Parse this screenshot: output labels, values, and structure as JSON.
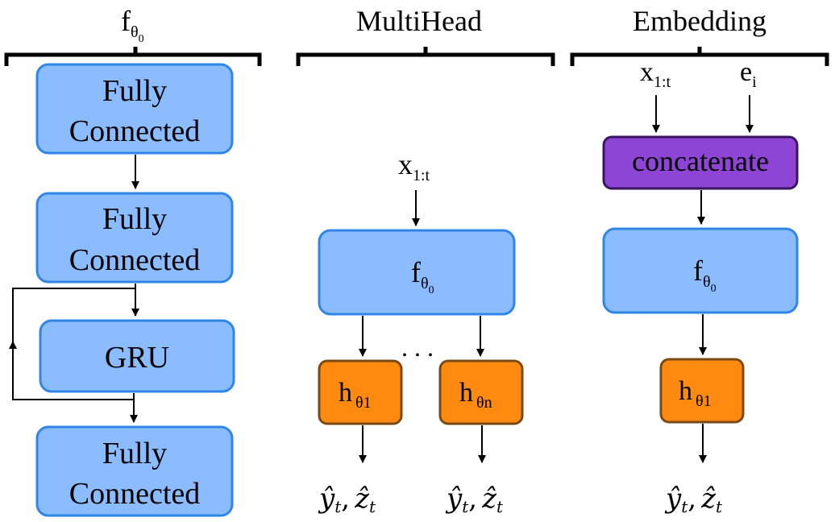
{
  "colors": {
    "block_fill": "#8bbcff",
    "block_stroke": "#2f86e6",
    "head_fill": "#ff8a0f",
    "head_stroke": "#7a4a14",
    "concat_fill": "#8e44d4",
    "concat_stroke": "#3a1560",
    "line": "#000000"
  },
  "columns": {
    "f_theta0": {
      "title": {
        "base": "f",
        "sub": "θ",
        "subsub": "0"
      },
      "blocks": {
        "fc1": [
          "Fully",
          "Connected"
        ],
        "fc2": [
          "Fully",
          "Connected"
        ],
        "gru": "GRU",
        "fc3": [
          "Fully",
          "Connected"
        ]
      }
    },
    "multihead": {
      "title": "MultiHead",
      "input": {
        "base": "x",
        "sub": "1:t"
      },
      "f_block": {
        "base": "f",
        "sub": "θ",
        "subsub": "0"
      },
      "ellipsis": ". . .",
      "heads": [
        {
          "base": "h",
          "sub": "θ1"
        },
        {
          "base": "h",
          "sub": "θn"
        }
      ],
      "outputs": [
        {
          "y": "ŷ",
          "y_sub": "t",
          "sep": ",",
          "z": "ẑ",
          "z_sub": "t"
        },
        {
          "y": "ŷ",
          "y_sub": "t",
          "sep": ",",
          "z": "ẑ",
          "z_sub": "t"
        }
      ]
    },
    "embedding": {
      "title": "Embedding",
      "input_x": {
        "base": "x",
        "sub": "1:t"
      },
      "input_e": {
        "base": "e",
        "sub": "i"
      },
      "concat_label": "concatenate",
      "f_block": {
        "base": "f",
        "sub": "θ",
        "subsub": "0"
      },
      "head": {
        "base": "h",
        "sub": "θ1"
      },
      "output": {
        "y": "ŷ",
        "y_sub": "t",
        "sep": ",",
        "z": "ẑ",
        "z_sub": "t"
      }
    }
  }
}
